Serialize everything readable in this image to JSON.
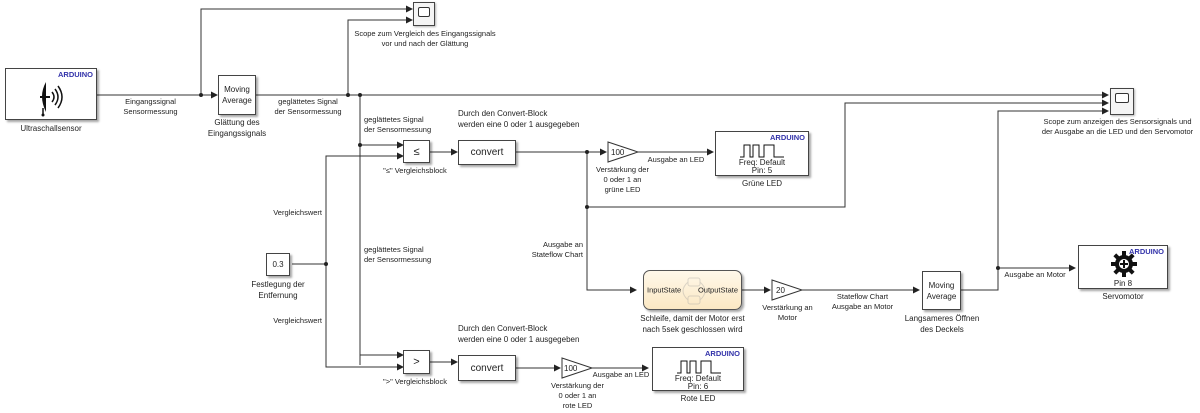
{
  "diagram": {
    "blocks": {
      "ultrasonic": {
        "badge": "ARDUINO",
        "label": "Ultraschallsensor"
      },
      "moving_avg_1": {
        "text": "Moving Average",
        "label_line1": "Glättung des",
        "label_line2": "Eingangssignals"
      },
      "scope_1": {
        "label_line1": "Scope zum Vergleich des Eingangssignals",
        "label_line2": "vor und nach der Glättung"
      },
      "scope_2": {
        "label_line1": "Scope zum anzeigen des Sensorsignals und",
        "label_line2": "der Ausgabe an die LED und den Servomotor"
      },
      "compare_le": {
        "symbol": "≤",
        "label": "\"≤\" Vergleichsblock"
      },
      "compare_gt": {
        "symbol": ">",
        "label": "\">\" Vergleichsblock"
      },
      "convert_1": {
        "text": "convert"
      },
      "convert_2": {
        "text": "convert"
      },
      "constant": {
        "value": "0.3",
        "label_line1": "Festlegung der",
        "label_line2": "Entfernung"
      },
      "gain_green": {
        "value": "100",
        "label_line1": "Verstärkung der",
        "label_line2": "0 oder 1 an",
        "label_line3": "grüne LED"
      },
      "gain_red": {
        "value": "100",
        "label_line1": "Verstärkung der",
        "label_line2": "0 oder 1 an",
        "label_line3": "rote LED"
      },
      "gain_motor": {
        "value": "20",
        "label_line1": "Verstärkung an",
        "label_line2": "Motor"
      },
      "led_green": {
        "badge": "ARDUINO",
        "freq": "Freq: Default",
        "pin": "Pin: 5",
        "label": "Grüne LED"
      },
      "led_red": {
        "badge": "ARDUINO",
        "freq": "Freq: Default",
        "pin": "Pin: 6",
        "label": "Rote LED"
      },
      "stateflow": {
        "input": "InputState",
        "output": "OutputState",
        "label_line1": "Schleife, damit der Motor erst",
        "label_line2": "nach 5sek geschlossen wird"
      },
      "moving_avg_2": {
        "text": "Moving Average",
        "label_line1": "Langsameres Öffnen",
        "label_line2": "des Deckels"
      },
      "servo": {
        "badge": "ARDUINO",
        "pin": "Pin 8",
        "label": "Servomotor"
      }
    },
    "signals": {
      "input_l1": "Eingangssignal",
      "input_l2": "Sensormessung",
      "smoothed_l1": "geglättetes Signal",
      "smoothed_l2": "der Sensormessung",
      "smoothed_top_l1": "geglättetes Signal",
      "smoothed_top_l2": "der Sensormessung",
      "smoothed_mid_l1": "geglättetes Signal",
      "smoothed_mid_l2": "der Sensormessung",
      "compare_val_1": "Vergleichswert",
      "compare_val_2": "Vergleichswert",
      "led_out_green": "Ausgabe an LED",
      "led_out_red": "Ausgabe an LED",
      "to_stateflow_l1": "Ausgabe an",
      "to_stateflow_l2": "Stateflow Chart",
      "sf_out_l1": "Stateflow Chart",
      "sf_out_l2": "Ausgabe an Motor",
      "motor_out": "Ausgabe an Motor"
    },
    "annotations": {
      "convert_note_1_l1": "Durch den Convert-Block",
      "convert_note_1_l2": "werden eine 0 oder 1 ausgegeben",
      "convert_note_2_l1": "Durch den Convert-Block",
      "convert_note_2_l2": "werden eine 0 oder 1 ausgegeben"
    },
    "colors": {
      "arduino_badge": "#3333aa",
      "stateflow_fill": "#fbe8c4",
      "wire": "#333333"
    }
  }
}
